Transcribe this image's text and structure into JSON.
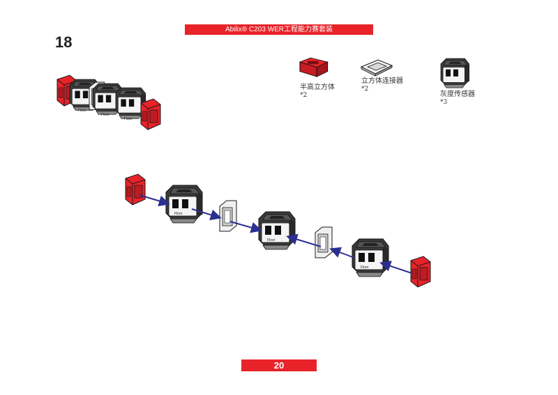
{
  "header": {
    "brand": "Abilix®",
    "title": "C203 WER工程能力赛套装"
  },
  "step": {
    "number": "18"
  },
  "page": {
    "number": "20"
  },
  "parts": [
    {
      "label": "半高立方体",
      "qty": "*2",
      "icon": "half-height-cube-icon",
      "color": "#e8232a"
    },
    {
      "label": "立方体连接器",
      "qty": "*2",
      "icon": "cube-connector-icon",
      "color": "#f2f2f2"
    },
    {
      "label": "灰度传感器",
      "qty": "*3",
      "icon": "grayscale-sensor-icon",
      "color": "#3a3a3a"
    }
  ],
  "sensor_label": "Floor",
  "colors": {
    "accent": "#e8232a",
    "arrow": "#2b2f8f",
    "sensor_body": "#3a3a3a"
  }
}
